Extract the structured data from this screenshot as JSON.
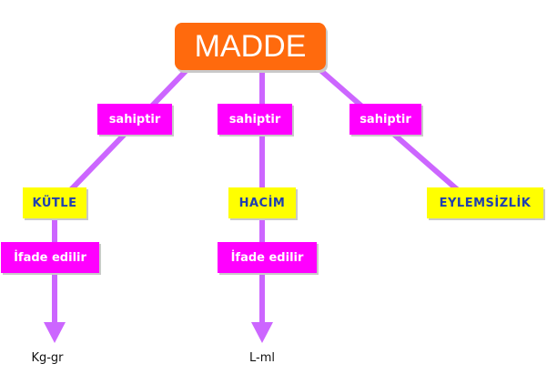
{
  "root": {
    "label": "MADDE"
  },
  "relation_labels": {
    "left": "sahiptir",
    "middle": "sahiptir",
    "right": "sahiptir"
  },
  "concepts": {
    "kutle": "KÜTLE",
    "hacim": "HACİM",
    "eylemsizlik": "EYLEMSİZLİK"
  },
  "expressed_labels": {
    "left": "İfade edilir",
    "middle": "İfade edilir"
  },
  "units": {
    "kutle": "Kg-gr",
    "hacim": "L-ml"
  },
  "colors": {
    "root_fill": "#ff6a0d",
    "link_label_fill": "#ff00ff",
    "concept_fill": "#ffff00",
    "concept_text": "#1f3fb0",
    "connector": "#cc66ff"
  }
}
